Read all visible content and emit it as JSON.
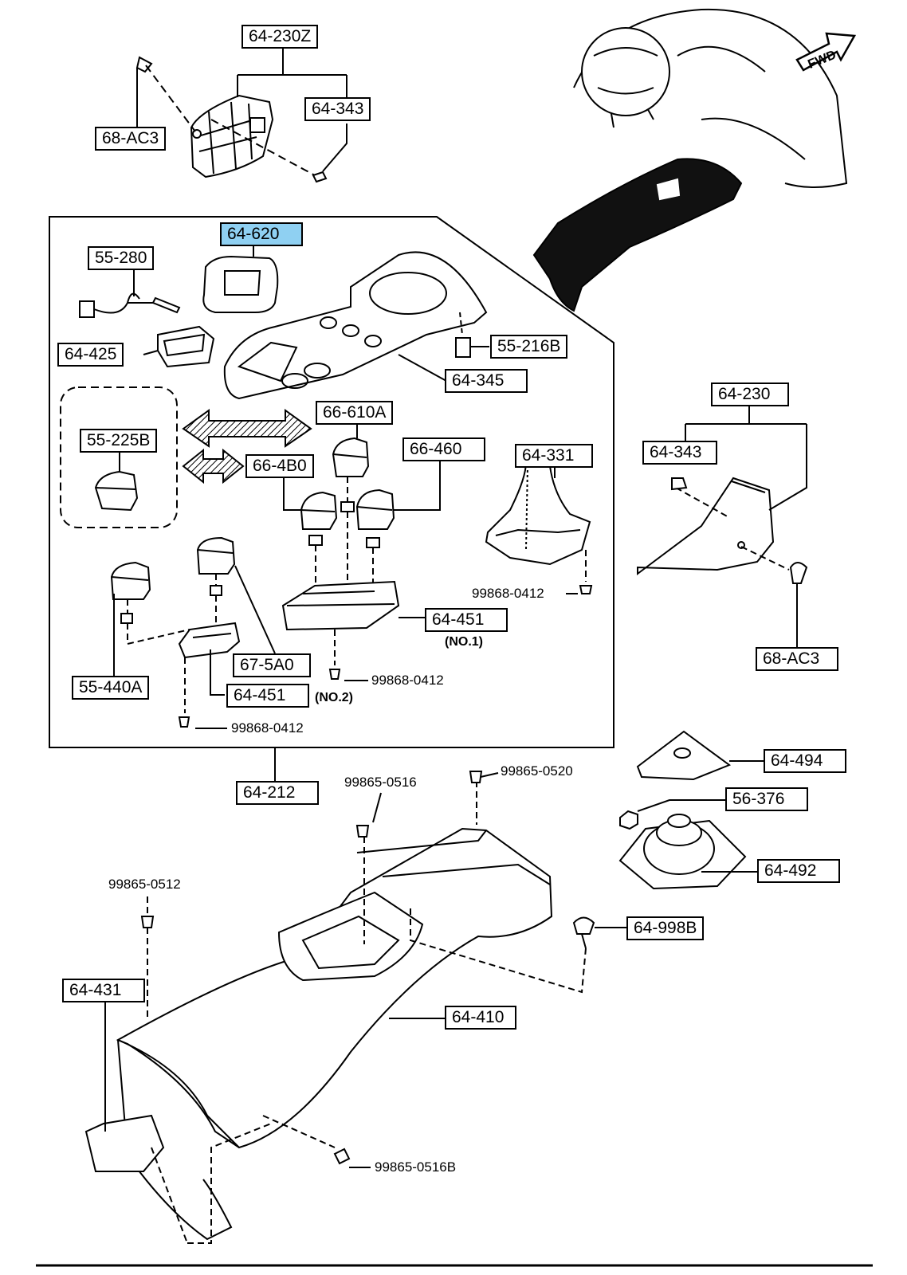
{
  "colors": {
    "highlight": "#8fd0f2",
    "ink": "#000000",
    "paper": "#ffffff"
  },
  "fwd_arrow": "FWD",
  "labels": {
    "l_64_230Z": "64-230Z",
    "l_68_AC3_top": "68-AC3",
    "l_64_343_top": "64-343",
    "l_64_620": "64-620",
    "l_55_280": "55-280",
    "l_64_425": "64-425",
    "l_55_216B": "55-216B",
    "l_64_345": "64-345",
    "l_66_610A": "66-610A",
    "l_55_225B": "55-225B",
    "l_66_4B0": "66-4B0",
    "l_66_460": "66-460",
    "l_64_331": "64-331",
    "l_64_230": "64-230",
    "l_64_343_right": "64-343",
    "l_64_451_no1": "64-451",
    "l_67_5A0": "67-5A0",
    "l_55_440A": "55-440A",
    "l_64_451_no2": "64-451",
    "l_68_AC3_right": "68-AC3",
    "l_64_212": "64-212",
    "l_64_494": "64-494",
    "l_56_376": "56-376",
    "l_64_492": "64-492",
    "l_64_998B": "64-998B",
    "l_64_431": "64-431",
    "l_64_410": "64-410"
  },
  "part_numbers": {
    "p_99868_0412_a": "99868-0412",
    "p_99868_0412_b": "99868-0412",
    "p_99868_0412_c": "99868-0412",
    "p_99865_0516": "99865-0516",
    "p_99865_0520": "99865-0520",
    "p_99865_0512": "99865-0512",
    "p_99865_0516B": "99865-0516B"
  },
  "notes": {
    "no1": "(NO.1)",
    "no2": "(NO.2)"
  },
  "highlighted_part": "64-620"
}
